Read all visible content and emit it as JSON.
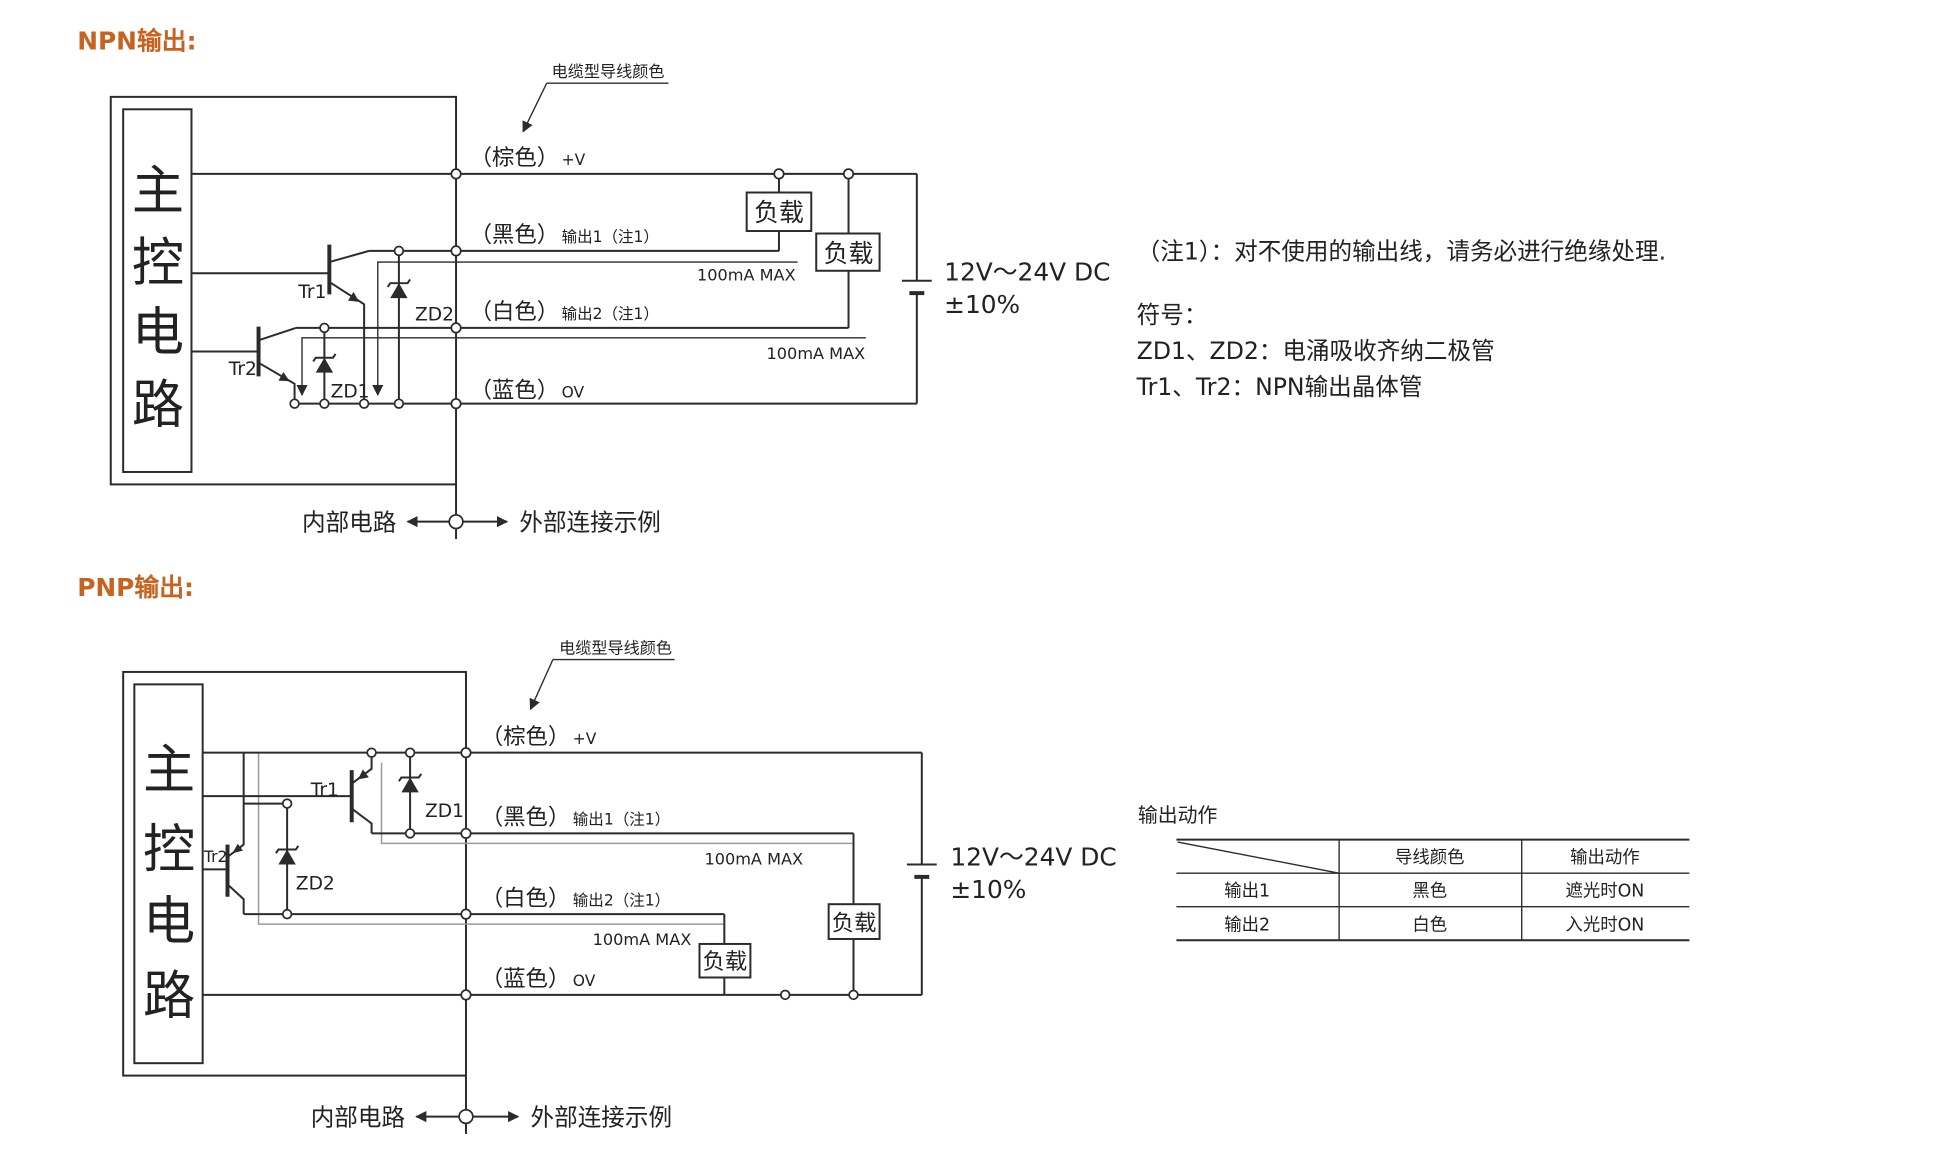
{
  "colors": {
    "accent": "#c8631f",
    "line": "#2b2b2b",
    "current": "#9a9a9a"
  },
  "npn": {
    "title": "NPN输出:",
    "cable_color_note": "电缆型导线颜色",
    "controller": [
      "主",
      "控",
      "电",
      "路"
    ],
    "brown_color": "（棕色）",
    "brown_signal": "+V",
    "black_color": "（黑色）",
    "black_signal": "输出1（注1）",
    "white_color": "（白色）",
    "white_signal": "输出2（注1）",
    "blue_color": "（蓝色）",
    "blue_signal": "OV",
    "current_1": "100mA MAX",
    "current_2": "100mA MAX",
    "load_1": "负载",
    "load_2": "负载",
    "tr1": "Tr1",
    "tr2": "Tr2",
    "zd_upper": "ZD2",
    "zd_lower": "ZD1",
    "supply_voltage": "12V～24V DC",
    "supply_tolerance": "±10%",
    "internal": "内部电路",
    "external": "外部连接示例"
  },
  "notes": {
    "note1": "（注1）：对不使用的输出线，请务必进行绝缘处理.",
    "symbols_heading": "符号：",
    "symbol_zd": "ZD1、ZD2：电涌吸收齐纳二极管",
    "symbol_tr": "Tr1、Tr2：NPN输出晶体管"
  },
  "pnp": {
    "title": "PNP输出:",
    "cable_color_note": "电缆型导线颜色",
    "controller": [
      "主",
      "控",
      "电",
      "路"
    ],
    "brown_color": "（棕色）",
    "brown_signal": "+V",
    "black_color": "（黑色）",
    "black_signal": "输出1（注1）",
    "white_color": "（白色）",
    "white_signal": "输出2（注1）",
    "blue_color": "（蓝色）",
    "blue_signal": "OV",
    "current_1": "100mA MAX",
    "current_2": "100mA MAX",
    "load_1": "负载",
    "load_2": "负载",
    "tr1": "Tr1",
    "tr2": "Tr2",
    "zd_upper": "ZD1",
    "zd_lower": "ZD2",
    "supply_voltage": "12V～24V DC",
    "supply_tolerance": "±10%",
    "internal": "内部电路",
    "external": "外部连接示例"
  },
  "output_action": {
    "title": "输出动作",
    "headers": [
      "导线颜色",
      "输出动作"
    ],
    "rows": [
      {
        "output": "输出1",
        "wire": "黑色",
        "action": "遮光时ON"
      },
      {
        "output": "输出2",
        "wire": "白色",
        "action": "入光时ON"
      }
    ]
  }
}
